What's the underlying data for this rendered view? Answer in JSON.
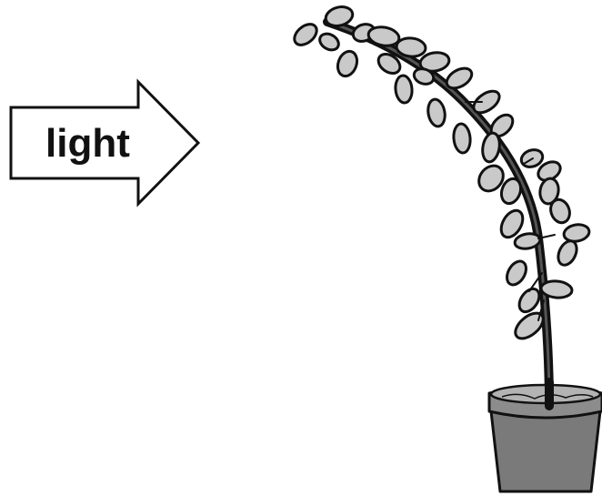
{
  "arrow": {
    "label": "light",
    "direction": "right",
    "fill_color": "#ffffff",
    "stroke_color": "#111111"
  },
  "plant": {
    "stem_color": "#111111",
    "leaf_fill": "#c9c9c9",
    "leaf_stroke": "#111111",
    "bend_toward": "light"
  },
  "pot": {
    "body_color": "#7a7a7a",
    "rim_color": "#8c8c8c",
    "soil_color": "#b3b3b3"
  }
}
